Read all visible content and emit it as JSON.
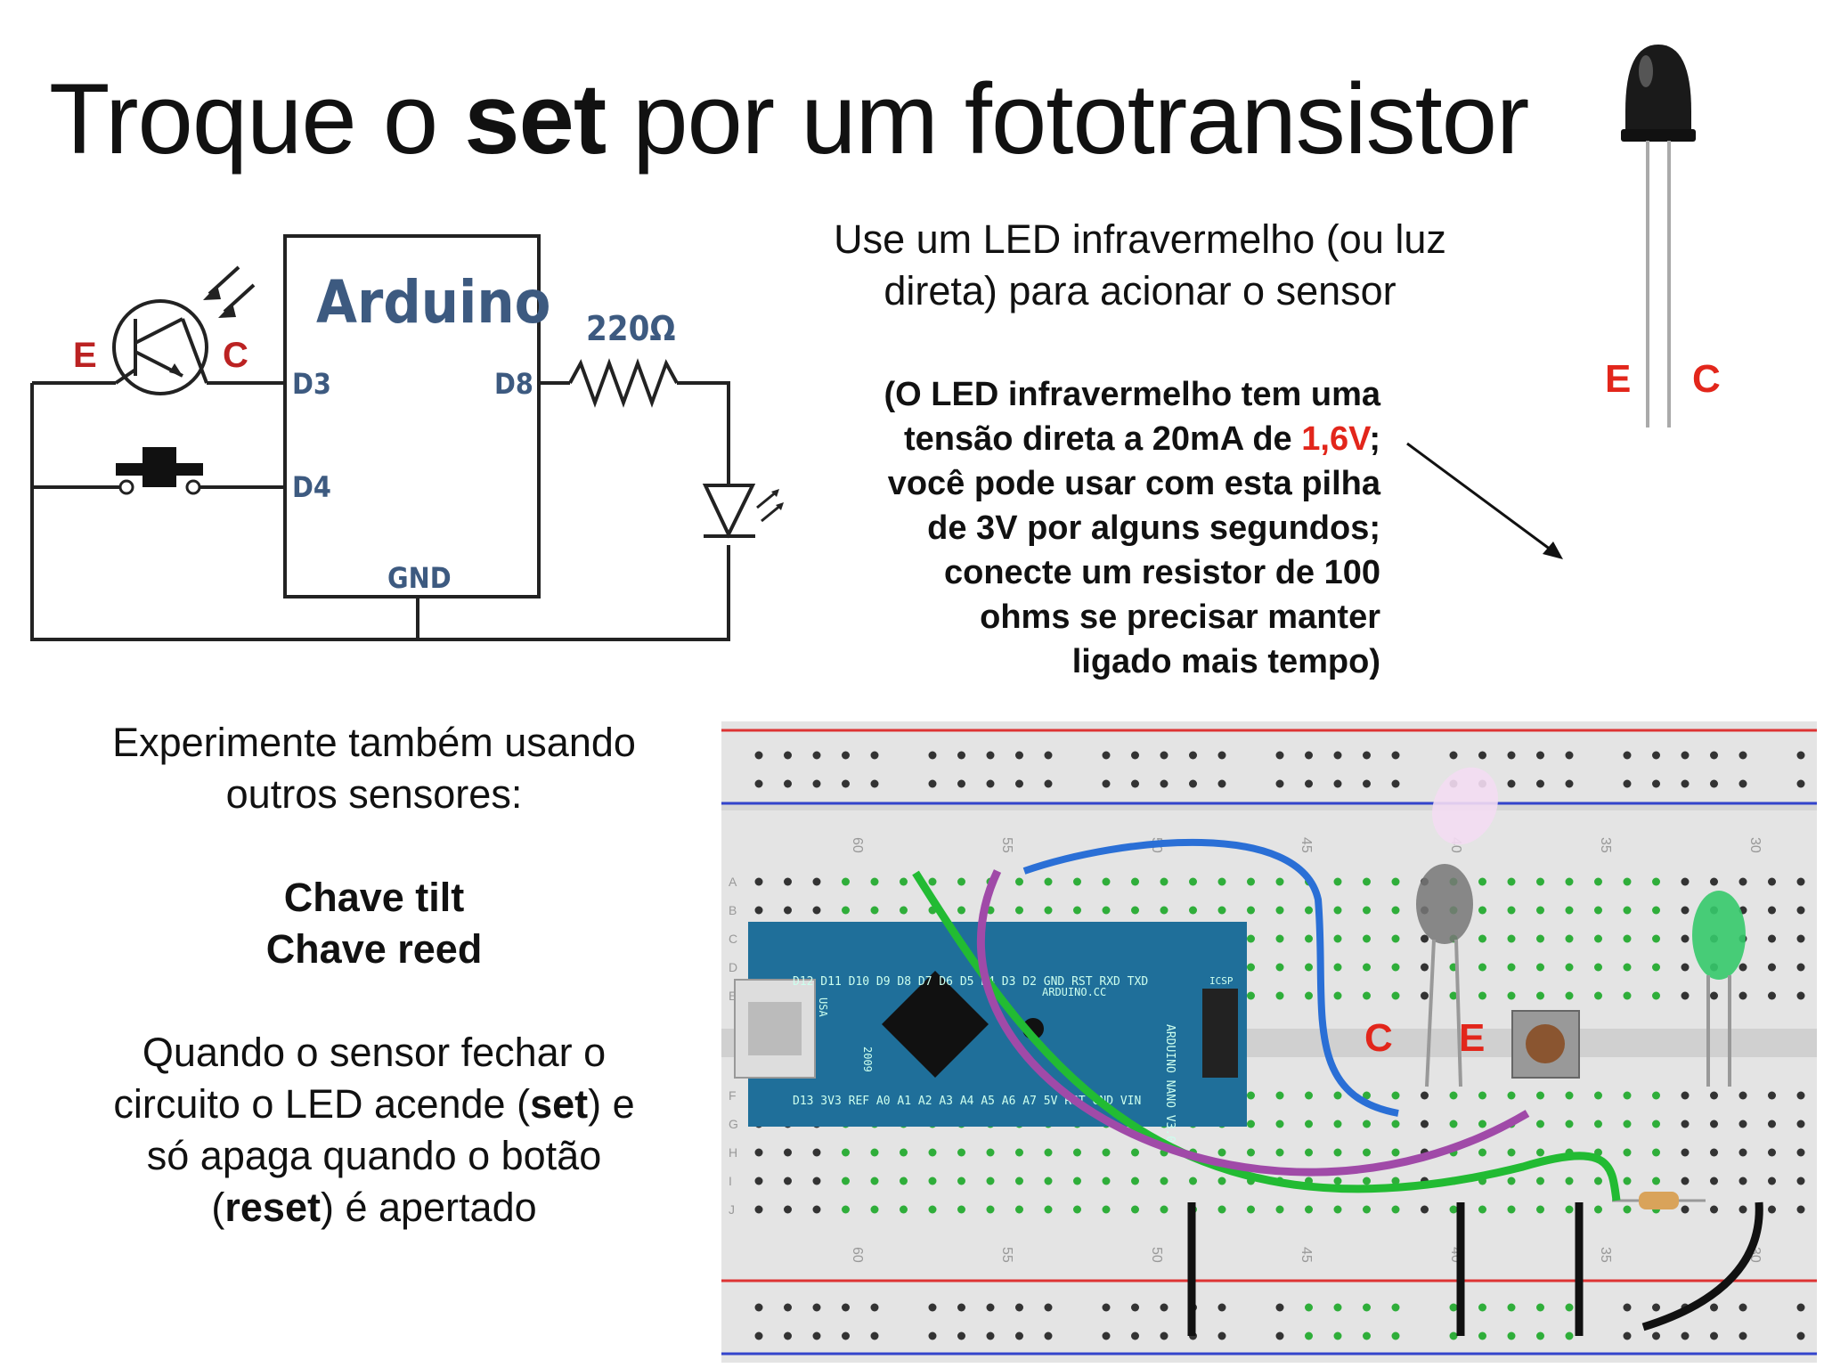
{
  "title": {
    "part1": "Troque o ",
    "bold": "set",
    "part2": " por um fototransistor"
  },
  "ir_intro": {
    "line1": "Use um LED infravermelho (ou luz",
    "line2": "direta) para acionar o sensor"
  },
  "battery_note": {
    "l1": "(O LED infravermelho tem uma",
    "l2a": "tensão direta a 20mA de ",
    "l2_red": "1,6V",
    "l2b": ";",
    "l3": "você pode usar com esta pilha",
    "l4": "de 3V por alguns segundos;",
    "l5": "conecte um resistor de 100",
    "l6": "ohms se precisar manter",
    "l7": "ligado mais tempo)"
  },
  "sensors": {
    "l1": "Experimente também usando",
    "l2": "outros sensores:",
    "tilt": "Chave tilt",
    "reed": "Chave reed",
    "q1": "Quando o sensor fechar o",
    "q2a": "circuito o LED acende (",
    "q2_bold": "set",
    "q2b": ") e",
    "q3": "só apaga quando o botão",
    "q4a": "(",
    "q4_bold": "reset",
    "q4b": ") é apertado"
  },
  "schematic": {
    "arduino": "Arduino",
    "d3": "D3",
    "d4": "D4",
    "d8": "D8",
    "gnd": "GND",
    "resistor": "220Ω",
    "e": "E",
    "c": "C"
  },
  "phototransistor_photo": {
    "e": "E",
    "c": "C"
  },
  "breadboard": {
    "c": "C",
    "e": "E",
    "col_labels": [
      "60",
      "55",
      "50",
      "45",
      "40",
      "35",
      "30"
    ],
    "row_labels_top": [
      "A",
      "B",
      "C",
      "D",
      "E"
    ],
    "row_labels_bottom": [
      "F",
      "G",
      "H",
      "I",
      "J"
    ],
    "nano_pins_top": "D12 D11 D10 D9 D8 D7 D6 D5 D4 D3 D2 GND RST RXD TXD",
    "nano_pins_bottom": "D13 3V3 REF A0 A1 A2 A3 A4 A5 A6 A7 5V RST GND VIN",
    "nano_name": "ARDUINO NANO V3.0",
    "nano_brand": "ARDUINO.CC",
    "usb": "USA",
    "year": "2009",
    "icsp": "ICSP"
  },
  "colors": {
    "red": "#e2261b",
    "schematic_blue": "#3d5a80",
    "wire_green": "#22bb33",
    "wire_blue": "#2a6fd6",
    "wire_purple": "#a04aa8",
    "board_blue": "#1f6f9a"
  }
}
